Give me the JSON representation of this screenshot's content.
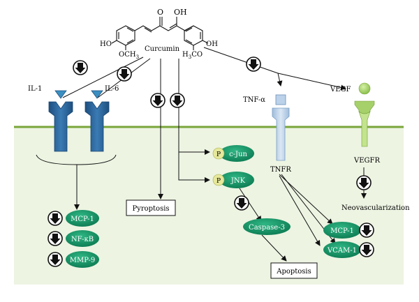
{
  "curcumin": {
    "label": "Curcumin",
    "ketone": "O",
    "hydroxyl_top": "OH",
    "left_hydroxyl": "HO",
    "left_methoxy": "OCH",
    "left_methoxy_sub": "3",
    "right_methoxy_pre": "H",
    "right_methoxy_sub": "3",
    "right_methoxy": "CO",
    "right_hydroxyl": "OH"
  },
  "receptors": {
    "il1": "IL-1",
    "il6": "IL-6",
    "tnfa": "TNF-α",
    "tnfr": "TNFR",
    "vegf": "VEGF",
    "vegfr": "VEGFR"
  },
  "nodes": {
    "mcp1_left": "MCP-1",
    "nfkb": "NF-κB",
    "mmp9": "MMP-9",
    "pyroptosis": "Pyroptosis",
    "cjun": "c-Jun",
    "jnk": "JNK",
    "phospho": "P",
    "caspase3": "Caspase-3",
    "apoptosis": "Apoptosis",
    "mcp1_right": "MCP-1",
    "vcam1": "VCAM-1",
    "neovascularization": "Neovascularization"
  },
  "icons": {
    "inhibit": "down-arrow-in-circle-icon"
  },
  "colors": {
    "membrane": "#7aa63a",
    "cytoplasm": "#edf4e2",
    "receptor_dark": "#2e6aa0",
    "receptor_light": "#bcd2ea",
    "vegf_green": "#a6d06a",
    "ellipse_green": "#19946a",
    "phospho_yellow": "#e6e89a"
  }
}
